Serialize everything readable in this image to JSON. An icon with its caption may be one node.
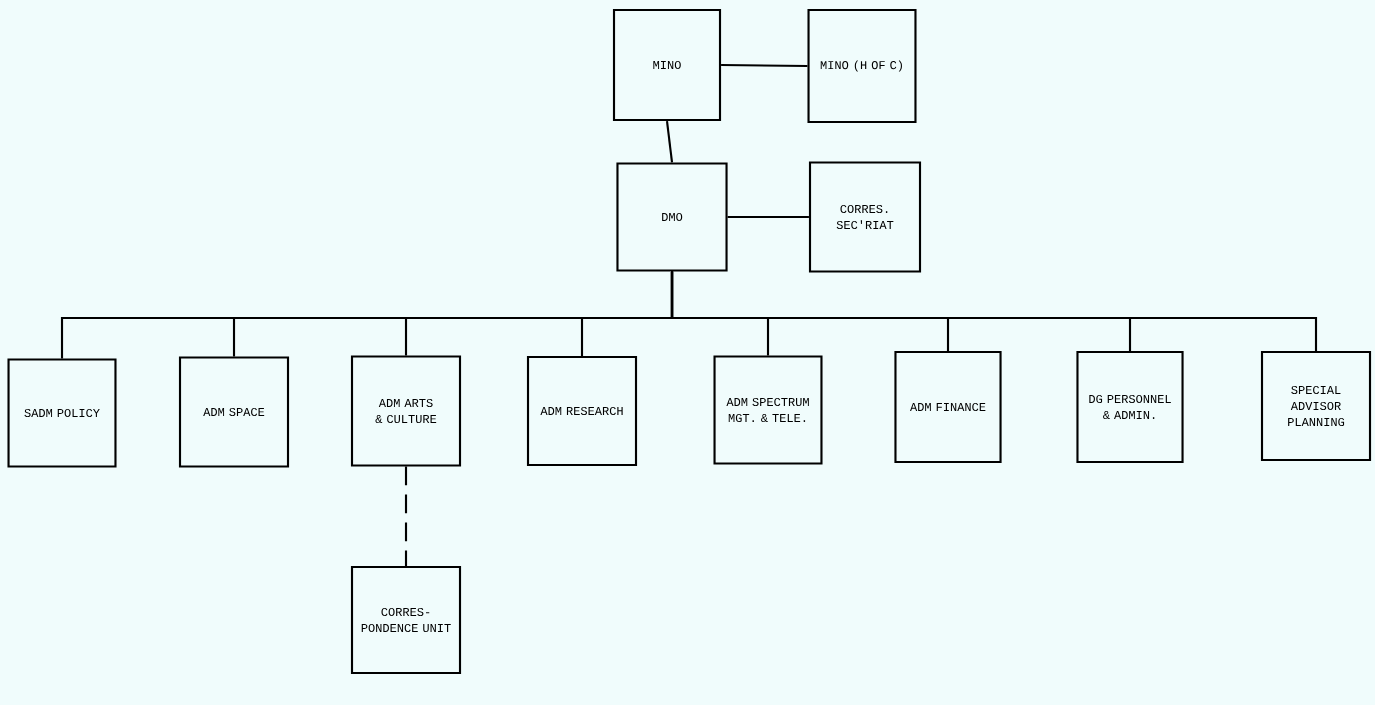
{
  "diagram": {
    "nodes": [
      {
        "text": [
          "MINO"
        ]
      },
      {
        "text": [
          "MINO (H OF C)"
        ]
      },
      {
        "text": [
          "DMO"
        ]
      },
      {
        "text": [
          "CORRES. SEC'RIAT"
        ]
      },
      {
        "text": [
          "SADM POLICY"
        ]
      },
      {
        "text": [
          "ADM SPACE"
        ]
      },
      {
        "text": [
          "ADM ARTS & CULTURE"
        ]
      },
      {
        "text": [
          "ADM RESEARCH"
        ]
      },
      {
        "text": [
          "ADM SPECTRUM MGT. & TELE."
        ]
      },
      {
        "text": [
          "ADM FINANCE"
        ]
      },
      {
        "text": [
          "DG PERSONNEL & ADMIN."
        ]
      },
      {
        "text": [
          "SPECIAL ADVISOR PLANNING"
        ]
      },
      {
        "text": [
          "CORRES- PONDENCE UNIT"
        ]
      }
    ],
    "edges": [
      {
        "from": 0,
        "to": 1,
        "arrow": "none"
      },
      {
        "from": 0,
        "to": 2,
        "arrow": "none"
      },
      {
        "from": 2,
        "to": 3,
        "arrow": "none"
      },
      {
        "from": 2,
        "to": 4,
        "arrow": "none"
      },
      {
        "from": 2,
        "to": 5,
        "arrow": "none"
      },
      {
        "from": 2,
        "to": 6,
        "arrow": "none"
      },
      {
        "from": 2,
        "to": 7,
        "arrow": "none"
      },
      {
        "from": 2,
        "to": 8,
        "arrow": "none"
      },
      {
        "from": 2,
        "to": 9,
        "arrow": "none"
      },
      {
        "from": 2,
        "to": 10,
        "arrow": "none"
      },
      {
        "from": 2,
        "to": 11,
        "arrow": "none"
      },
      {
        "from": 6,
        "to": 12,
        "arrow": "none",
        "style": "dashed"
      }
    ]
  }
}
